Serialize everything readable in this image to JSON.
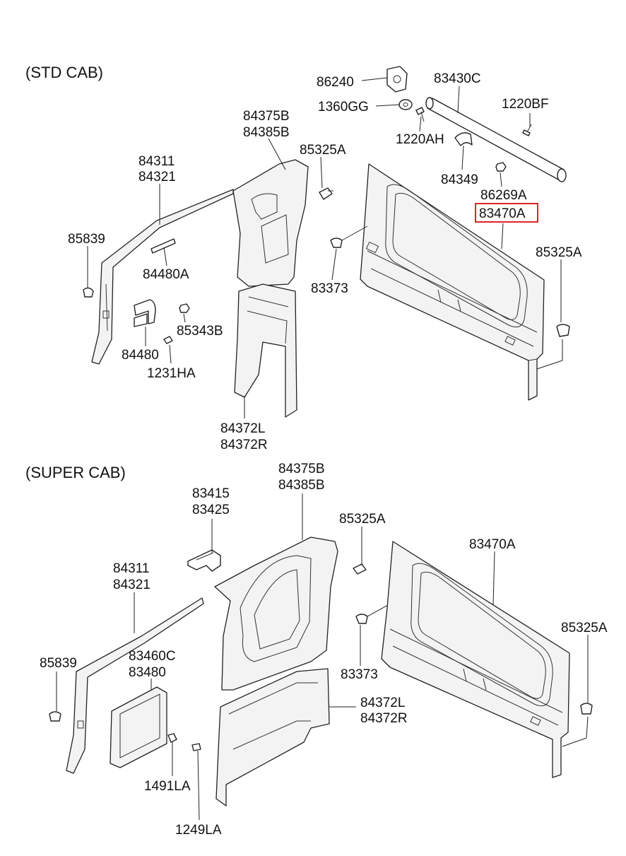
{
  "sections": {
    "std": {
      "title": "(STD CAB)"
    },
    "super": {
      "title": "(SUPER CAB)"
    }
  },
  "highlight_color": "#e0232b",
  "std_labels": {
    "p86240": "86240",
    "p83430c": "83430C",
    "p1360gg": "1360GG",
    "p1220bf": "1220BF",
    "p1220ah": "1220AH",
    "p84375b": "84375B",
    "p84385b": "84385B",
    "p85325a_1": "85325A",
    "p84311": "84311",
    "p84321": "84321",
    "p84349": "84349",
    "p86269a": "86269A",
    "p83470a": "83470A",
    "p85839": "85839",
    "p84480a": "84480A",
    "p85325a_2": "85325A",
    "p83373": "83373",
    "p85343b": "85343B",
    "p84480": "84480",
    "p1231ha": "1231HA",
    "p84372l": "84372L",
    "p84372r": "84372R"
  },
  "super_labels": {
    "p84375b": "84375B",
    "p84385b": "84385B",
    "p83415": "83415",
    "p83425": "83425",
    "p85325a_1": "85325A",
    "p83470a": "83470A",
    "p84311": "84311",
    "p84321": "84321",
    "p85325a_2": "85325A",
    "p83460c": "83460C",
    "p83480": "83480",
    "p85839": "85839",
    "p83373": "83373",
    "p84372l": "84372L",
    "p84372r": "84372R",
    "p1491la": "1491LA",
    "p1249la": "1249LA"
  }
}
